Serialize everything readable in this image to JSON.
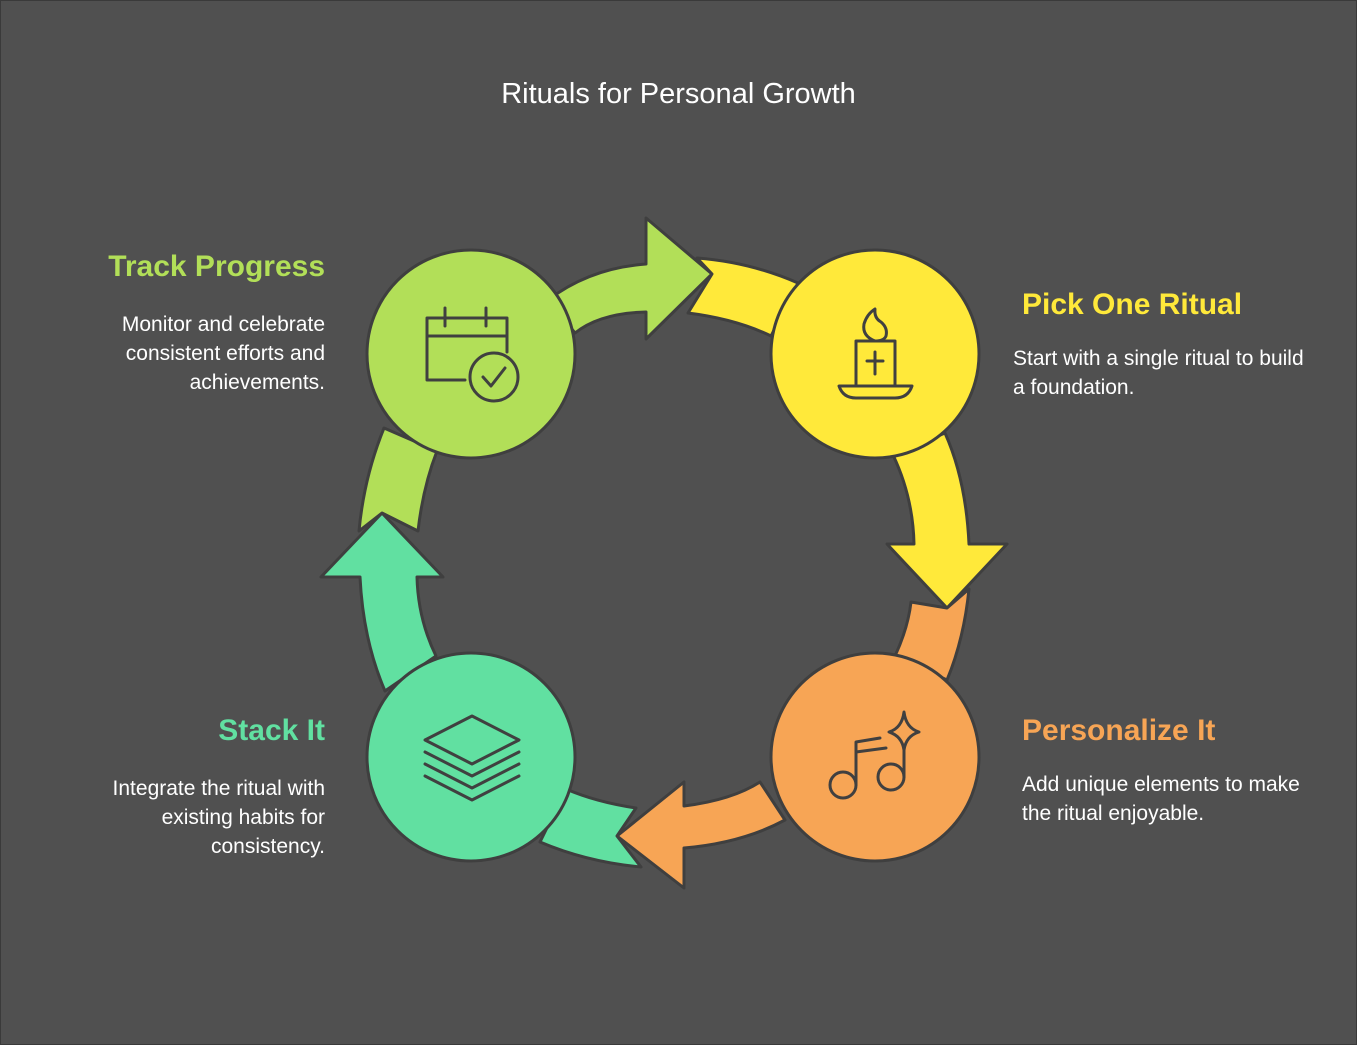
{
  "title": "Rituals for Personal Growth",
  "colors": {
    "background": "#505050",
    "green": "#b2df58",
    "yellow": "#ffe93a",
    "orange": "#f7a555",
    "teal": "#61e0a1",
    "outline": "#3f3f3f"
  },
  "steps": [
    {
      "heading": "Pick One Ritual",
      "description": "Start with a single ritual to build a foundation.",
      "icon": "candle-icon",
      "color": "#ffe93a"
    },
    {
      "heading": "Personalize It",
      "description": "Add unique elements to make the ritual enjoyable.",
      "icon": "music-sparkle-icon",
      "color": "#f7a555"
    },
    {
      "heading": "Stack It",
      "description": "Integrate the ritual with existing habits for consistency.",
      "icon": "layers-icon",
      "color": "#61e0a1"
    },
    {
      "heading": "Track Progress",
      "description": "Monitor and celebrate consistent efforts and achievements.",
      "icon": "calendar-check-icon",
      "color": "#b2df58"
    }
  ]
}
